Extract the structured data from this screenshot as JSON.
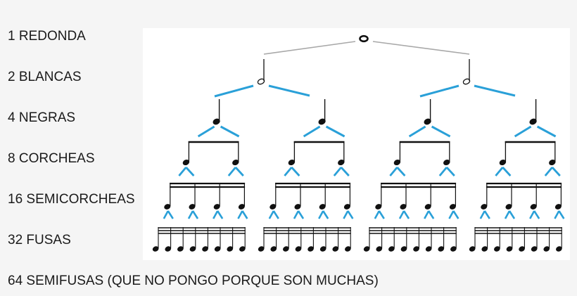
{
  "levels": [
    {
      "count": 1,
      "label": "1 REDONDA"
    },
    {
      "count": 2,
      "label": "2 BLANCAS"
    },
    {
      "count": 4,
      "label": "4 NEGRAS"
    },
    {
      "count": 8,
      "label": "8 CORCHEAS"
    },
    {
      "count": 16,
      "label": "16 SEMICORCHEAS"
    },
    {
      "count": 32,
      "label": "32 FUSAS"
    }
  ],
  "footer_label": "64 SEMIFUSAS (QUE NO PONGO PORQUE SON MUCHAS)",
  "colors": {
    "connector_blue": "#2aa0d8",
    "connector_gray": "#a8a8a8",
    "note": "#111111",
    "panel": "#ffffff",
    "background": "#f5f5f5"
  }
}
